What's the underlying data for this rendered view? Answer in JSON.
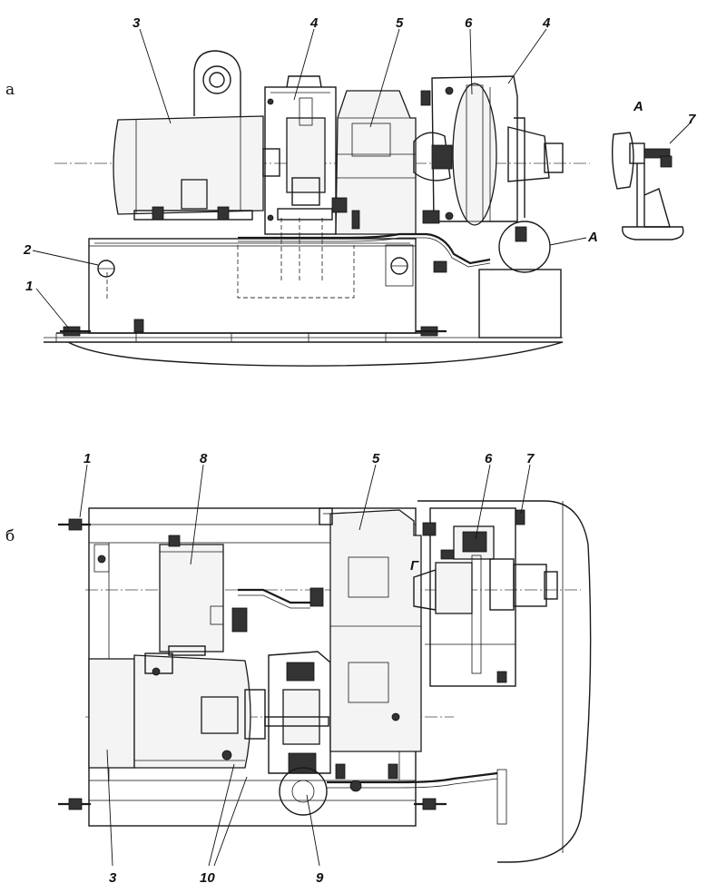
{
  "views": {
    "top_label": "а",
    "bottom_label": "б",
    "detail_label": "А",
    "detail_callout": "А",
    "section_mark": "Г"
  },
  "callouts_top": {
    "c1": "1",
    "c2": "2",
    "c3": "3",
    "c4a": "4",
    "c5": "5",
    "c6": "6",
    "c4b": "4",
    "c7": "7"
  },
  "callouts_bottom": {
    "c1": "1",
    "c8": "8",
    "c5": "5",
    "c6": "6",
    "c7": "7",
    "c3": "3",
    "c10": "10",
    "c9": "9"
  }
}
